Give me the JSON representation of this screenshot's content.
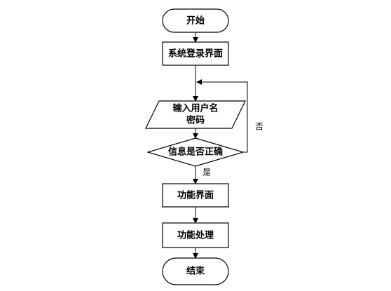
{
  "flowchart": {
    "start": "开始",
    "login_screen": "系统登录界面",
    "input_line1": "输入用户名",
    "input_line2": "密码",
    "decision": "信息是否正确",
    "yes_label": "是",
    "no_label": "否",
    "function_screen": "功能界面",
    "function_process": "功能处理",
    "end": "结束"
  }
}
